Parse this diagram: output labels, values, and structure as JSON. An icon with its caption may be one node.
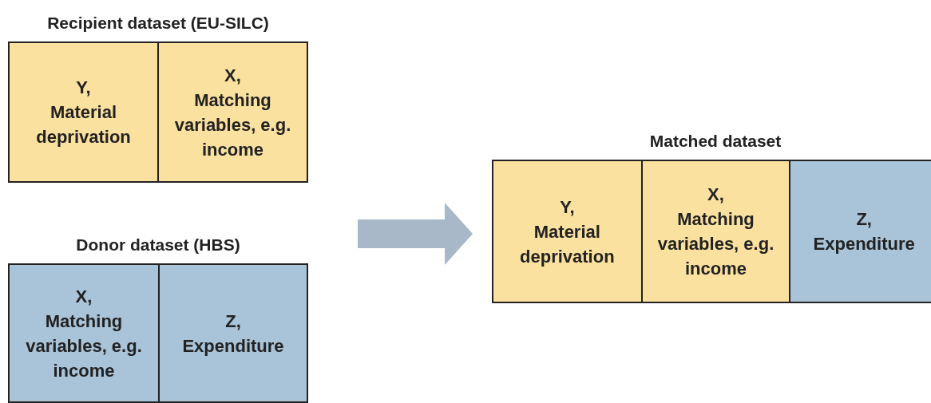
{
  "diagram": {
    "nodes": [
      {
        "text": [
          "Recipient dataset (EU-SILC)"
        ]
      },
      {
        "text": [
          "Y,",
          "Material deprivation"
        ],
        "in": 0
      },
      {
        "text": [
          "X,",
          "Matching variables, e.g. income"
        ],
        "in": 0
      },
      {
        "text": [
          "Donor dataset (HBS)"
        ]
      },
      {
        "text": [
          "X,",
          "Matching variables, e.g. income"
        ],
        "in": 3
      },
      {
        "text": [
          "Z,",
          "Expenditure"
        ],
        "in": 3
      },
      {
        "text": [
          "Matched dataset"
        ]
      },
      {
        "text": [
          "Y,",
          "Material deprivation"
        ],
        "in": 6
      },
      {
        "text": [
          "X,",
          "Matching variables, e.g. income"
        ],
        "in": 6
      },
      {
        "text": [
          "Z,",
          "Expenditure"
        ],
        "in": 6
      }
    ],
    "edges": [
      {
        "from": null,
        "to": 6,
        "arrow": "to"
      }
    ]
  }
}
